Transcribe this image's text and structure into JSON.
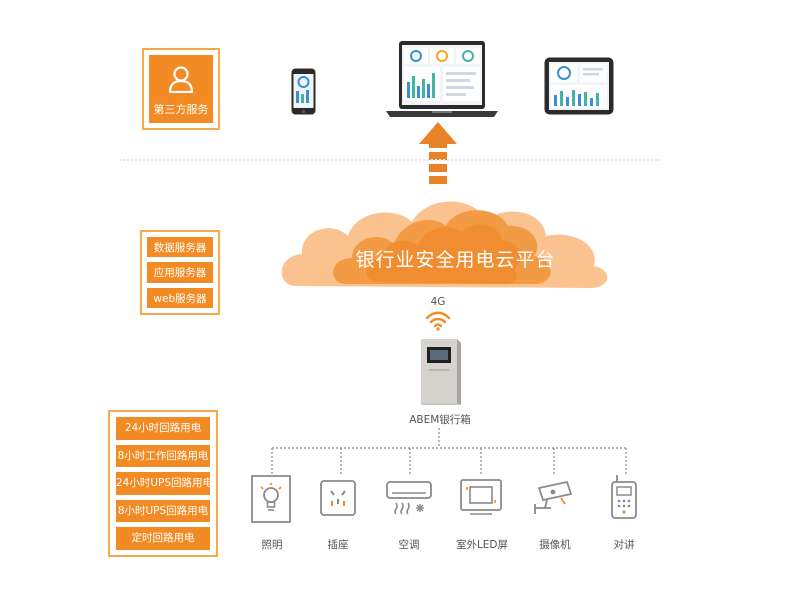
{
  "third_party": {
    "label": "第三方服务",
    "icon": "user-icon"
  },
  "servers": [
    "数据服务器",
    "应用服务器",
    "web服务器"
  ],
  "loads": [
    "24小时回路用电",
    "8小时工作回路用电",
    "24小时UPS回路用电",
    "8小时UPS回路用电",
    "定时回路用电"
  ],
  "cloud": {
    "title": "银行业安全用电云平台"
  },
  "signal": {
    "label": "4G"
  },
  "cabinet": {
    "label": "ABEM银行箱"
  },
  "endpoints": [
    {
      "label": "照明",
      "icon": "light-bulb-icon"
    },
    {
      "label": "插座",
      "icon": "socket-icon"
    },
    {
      "label": "空调",
      "icon": "air-conditioner-icon"
    },
    {
      "label": "室外LED屏",
      "icon": "led-screen-icon"
    },
    {
      "label": "摄像机",
      "icon": "camera-icon"
    },
    {
      "label": "对讲",
      "icon": "intercom-icon"
    }
  ],
  "colors": {
    "accent": "#f28b24",
    "frame": "#f7a94a",
    "cloud": "#f5a85c",
    "cloud_light": "#f9c28e",
    "icon_gray": "#8a8a8a"
  }
}
